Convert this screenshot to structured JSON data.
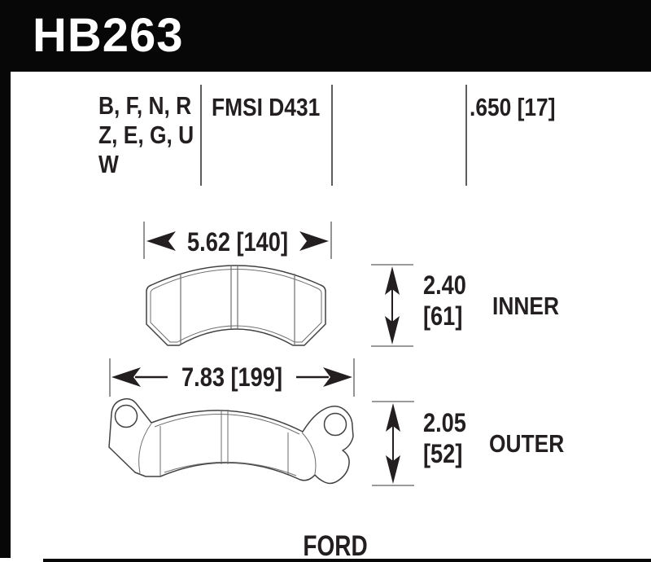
{
  "header": {
    "part_number": "HB263"
  },
  "spec_table": {
    "compound_lines": [
      "B, F, N, R",
      "Z, E, G, U",
      "W"
    ],
    "fmsi_label": "FMSI D431",
    "thickness_label": ".650 [17]"
  },
  "inner_pad": {
    "width_label": "5.62 [140]",
    "height_value": "2.40",
    "height_metric": "[61]",
    "position_label": "INNER"
  },
  "outer_pad": {
    "width_label": "7.83 [199]",
    "height_value": "2.05",
    "height_metric": "[52]",
    "position_label": "OUTER"
  },
  "footer": {
    "make_label": "FORD"
  },
  "colors": {
    "ink": "#231f20",
    "drawing_line": "#414141",
    "detail_line": "#6e6e6e",
    "tick_gray": "#7a7a7a",
    "bar_black": "#070707",
    "background": "#ffffff"
  }
}
